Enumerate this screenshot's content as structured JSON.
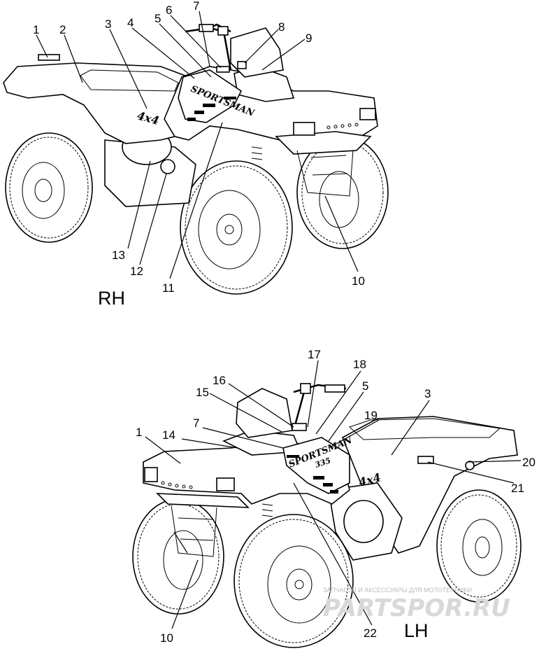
{
  "views": {
    "rh": {
      "label": "RH",
      "callouts": [
        "1",
        "2",
        "3",
        "4",
        "5",
        "6",
        "7",
        "8",
        "9",
        "10",
        "11",
        "12",
        "13"
      ],
      "decal_brand": "SPORTSMAN",
      "decal_drive": "4x4"
    },
    "lh": {
      "label": "LH",
      "callouts": [
        "1",
        "3",
        "5",
        "7",
        "10",
        "14",
        "15",
        "16",
        "17",
        "18",
        "19",
        "20",
        "21",
        "22"
      ],
      "decal_brand": "SPORTSMAN",
      "decal_model": "335",
      "decal_drive": "4x4"
    }
  },
  "watermark": {
    "tagline": "ЗАПЧАСТИ И АКСЕССУАРЫ ДЛЯ МОТОТЕХНИКИ",
    "logo": "PARTSPOR.RU"
  }
}
